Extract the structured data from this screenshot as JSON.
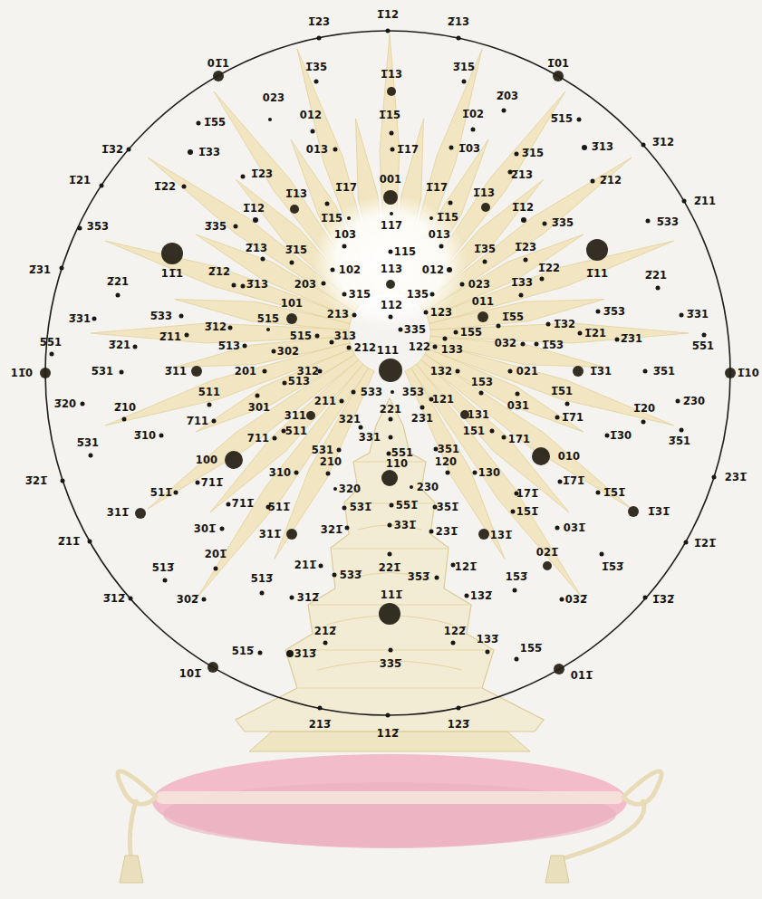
{
  "diagram": {
    "labels": [
      "1̅23",
      "1̅12",
      "2̅13",
      "01̅1",
      "1̅01",
      "1̅35",
      "1̅13",
      "3̅15",
      "023",
      "2̅03",
      "1̅02",
      "5̅15",
      "1̅55",
      "012",
      "1̅15",
      "1̅33",
      "013",
      "1̅17",
      "1̅03",
      "3̅15",
      "3̅13",
      "1̅32",
      "3̅12",
      "1̅23",
      "2̅13",
      "2̅12",
      "1̅22",
      "1̅21",
      "2̅11",
      "001",
      "1̅17",
      "1̅17",
      "1̅13",
      "1̅13",
      "1̅12",
      "1̅12",
      "1̅15",
      "1̅15",
      "117",
      "103",
      "013",
      "115",
      "113",
      "353",
      "3̅35",
      "5̅33",
      "3̅35",
      "2̅13",
      "3̅15",
      "1̅35",
      "1̅23",
      "11̅1",
      "1̅11",
      "2̅31",
      "2̅12",
      "3̅13",
      "102",
      "012",
      "203",
      "315",
      "023",
      "1̅33",
      "1̅22",
      "2̅21",
      "2̅21",
      "101",
      "011",
      "112",
      "135",
      "123",
      "213",
      "155",
      "1̅55",
      "032",
      "3̅53",
      "1̅32",
      "3̅31",
      "3̅31",
      "515",
      "5̅33",
      "3̅12",
      "335",
      "515",
      "313",
      "1̅21",
      "2̅31",
      "1̅53",
      "5̅51",
      "5̅51",
      "2̅11",
      "3̅21",
      "5̅13",
      "122",
      "133",
      "111",
      "302",
      "212",
      "1̅31",
      "11̅0",
      "1̅10",
      "5̅31",
      "3̅11",
      "201",
      "312",
      "533",
      "353",
      "132",
      "021",
      "3̅51",
      "153",
      "513",
      "211",
      "221",
      "231",
      "121",
      "3̅20",
      "2̅10",
      "511",
      "301",
      "1̅51",
      "031",
      "1̅71",
      "1̅20",
      "2̅30",
      "131",
      "311",
      "321",
      "331",
      "151",
      "171",
      "7̅11",
      "3̅10",
      "711",
      "511",
      "1̅30",
      "551",
      "351",
      "531",
      "5̅31",
      "3̅51",
      "210",
      "110",
      "120",
      "100",
      "010",
      "230",
      "130",
      "310",
      "320",
      "231̅",
      "3̅21̅",
      "511̅",
      "711̅",
      "711̅",
      "511̅",
      "531̅",
      "551̅",
      "351̅",
      "171̅",
      "1̅71̅",
      "1̅51̅",
      "1̅31̅",
      "151̅",
      "311̅",
      "331̅",
      "321̅",
      "231̅",
      "311̅",
      "131̅",
      "301̅",
      "031̅",
      "2̅11̅",
      "1̅21̅",
      "201̅",
      "021̅",
      "1̅53̅",
      "513̅",
      "211̅",
      "221̅",
      "121̅",
      "533̅",
      "353̅",
      "153̅",
      "3̅12̅",
      "302̅",
      "513̅",
      "312̅",
      "132̅",
      "032̅",
      "1̅32̅",
      "111̅",
      "212̅",
      "122̅",
      "133̅",
      "515̅",
      "313̅",
      "155̅",
      "101̅",
      "011̅",
      "335̅",
      "213̅",
      "112̅",
      "123̅"
    ]
  }
}
